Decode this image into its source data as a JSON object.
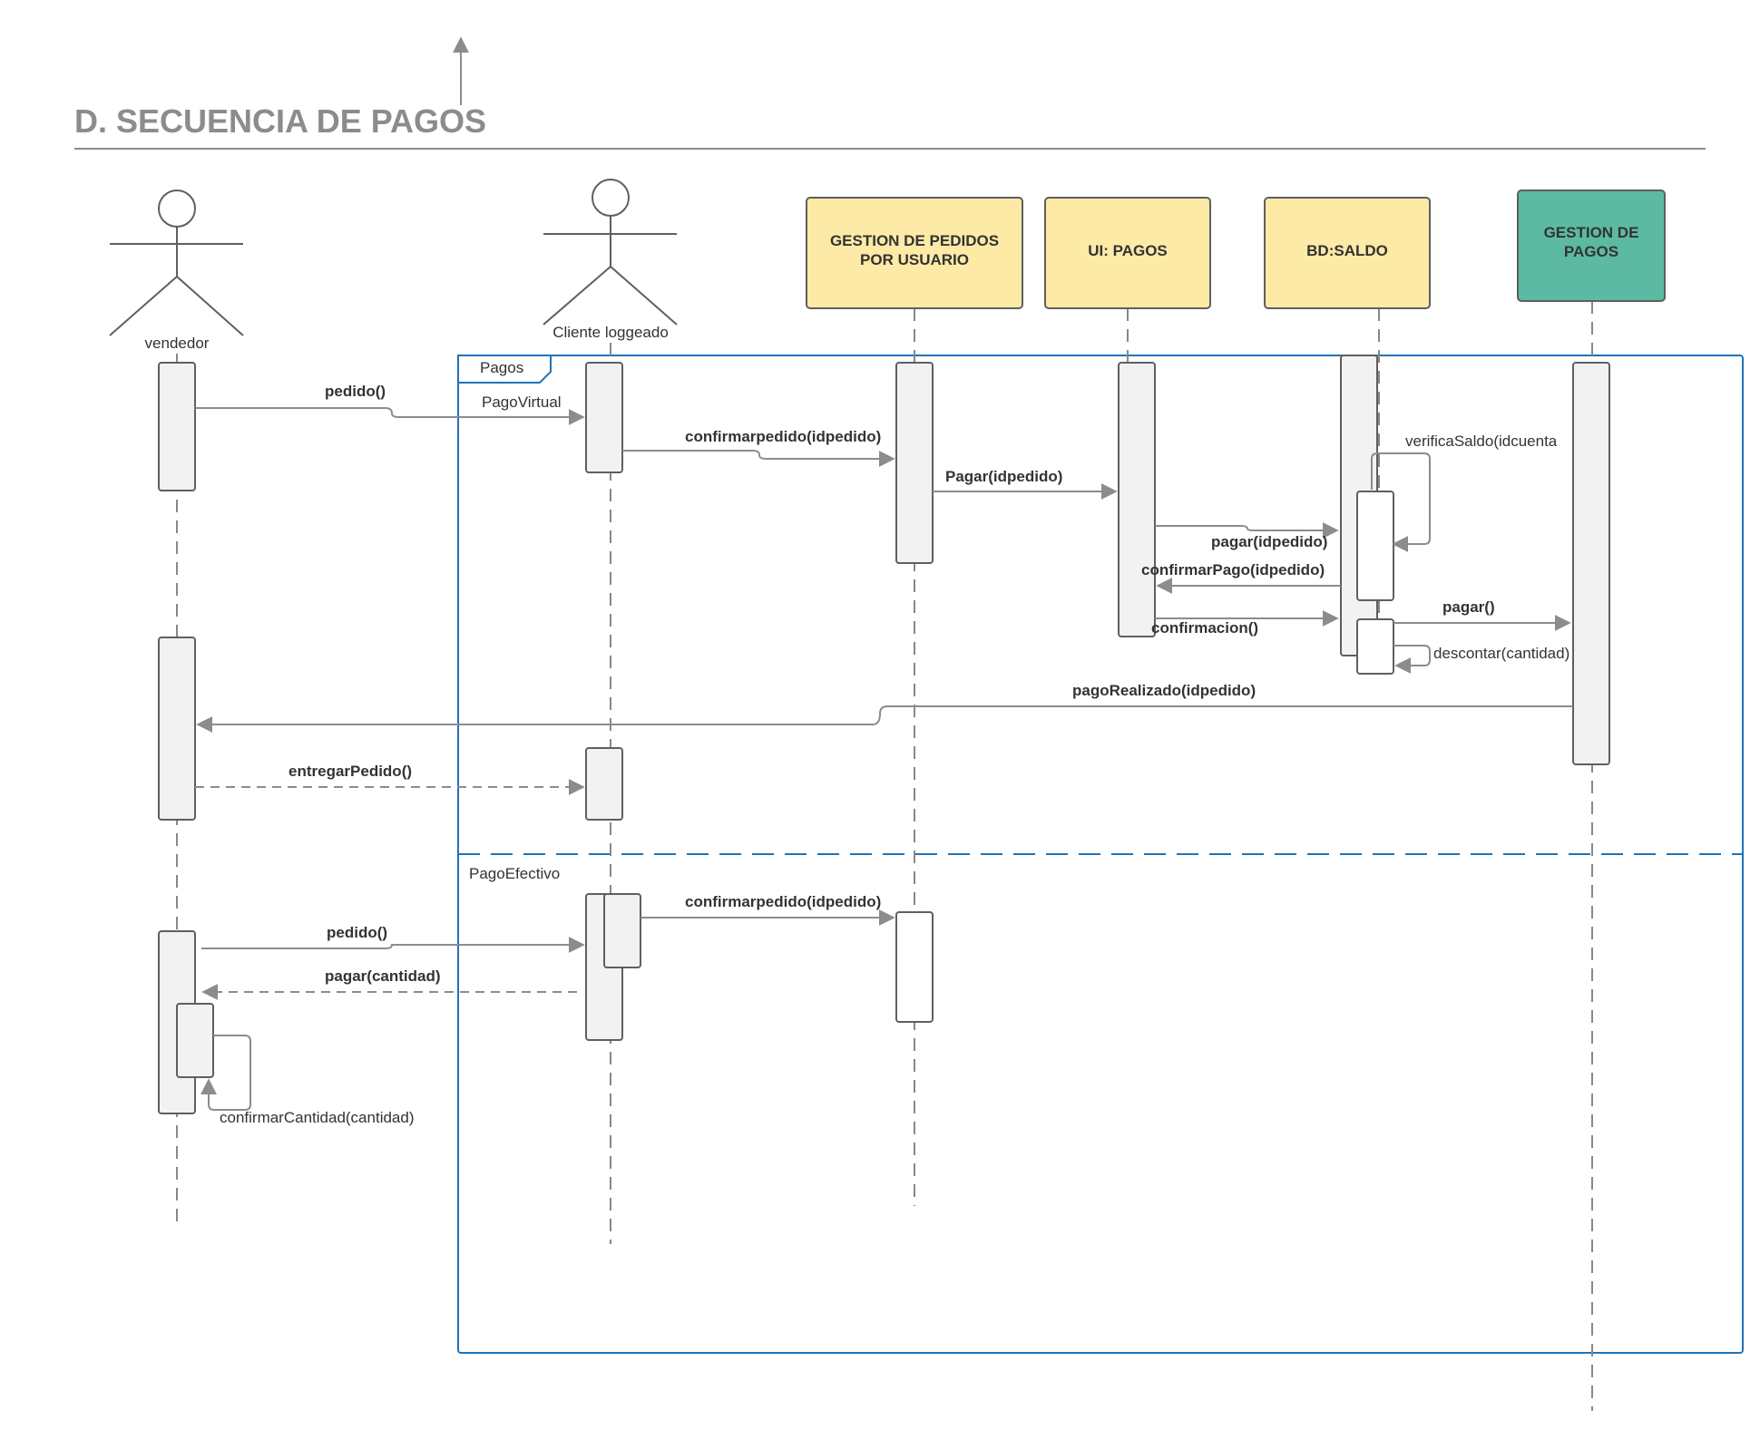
{
  "title": "D. SECUENCIA DE PAGOS",
  "colors": {
    "object_box": "#fdeaa6",
    "gestion_pagos_box": "#5cbaa2",
    "frame": "#1f73b7",
    "arrow": "#8c8c8c",
    "title": "#8c8c8c"
  },
  "actors": {
    "vendedor": "vendedor",
    "cliente": "Cliente loggeado"
  },
  "objects": {
    "gestion_pedidos": [
      "GESTION DE PEDIDOS",
      "POR USUARIO"
    ],
    "ui_pagos": "UI: PAGOS",
    "bd_saldo": "BD:SALDO",
    "gestion_pagos": [
      "GESTION DE",
      "PAGOS"
    ]
  },
  "frame": {
    "label": "Pagos",
    "section1_guard": "PagoVirtual",
    "section2_guard": "PagoEfectivo"
  },
  "messages": {
    "pedido_1": "pedido()",
    "confirmarpedido_1": "confirmarpedido(idpedido)",
    "pagar_idpedido_cap": "Pagar(idpedido)",
    "verifica_saldo": "verificaSaldo(idcuenta",
    "pagar_idpedido": "pagar(idpedido)",
    "confirmar_pago": "confirmarPago(idpedido)",
    "confirmacion": "confirmacion()",
    "pagar": "pagar()",
    "descontar": "descontar(cantidad)",
    "pago_realizado": "pagoRealizado(idpedido)",
    "entregar_pedido": "entregarPedido()",
    "confirmarpedido_2": "confirmarpedido(idpedido)",
    "pedido_2": "pedido()",
    "pagar_cantidad": "pagar(cantidad)",
    "confirmar_cantidad": "confirmarCantidad(cantidad)"
  }
}
